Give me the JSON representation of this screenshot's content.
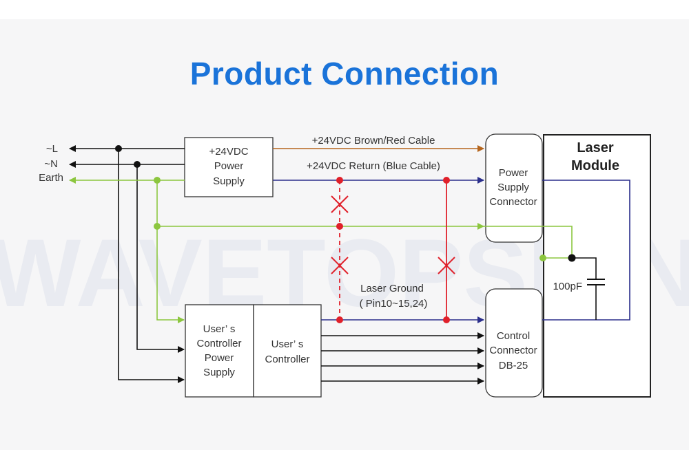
{
  "title": "Product Connection",
  "watermark": "WAVETOPSIGN",
  "colors": {
    "title": "#1a73d9",
    "black_wire": "#111111",
    "green_wire": "#8cc63f",
    "blue_wire": "#2b2f8c",
    "brown_wire": "#b5651d",
    "red_wire": "#e0202a"
  },
  "inputs": {
    "line": "~L",
    "neutral": "~N",
    "earth": "Earth"
  },
  "power_supply": {
    "line1": "+24VDC",
    "line2": "Power",
    "line3": "Supply"
  },
  "cables": {
    "brown": "+24VDC Brown/Red Cable",
    "blue": "+24VDC Return (Blue Cable)"
  },
  "power_connector": {
    "line1": "Power",
    "line2": "Supply",
    "line3": "Connector"
  },
  "laser_module": {
    "line1": "Laser",
    "line2": "Module"
  },
  "capacitor": "100pF",
  "laser_ground": {
    "line1": "Laser Ground",
    "line2": "( Pin10~15,24)"
  },
  "controller_power": {
    "line1": "User’ s",
    "line2": "Controller",
    "line3": "Power",
    "line4": "Supply"
  },
  "controller": {
    "line1": "User’ s",
    "line2": "Controller"
  },
  "control_connector": {
    "line1": "Control",
    "line2": "Connector",
    "line3": "DB-25"
  }
}
